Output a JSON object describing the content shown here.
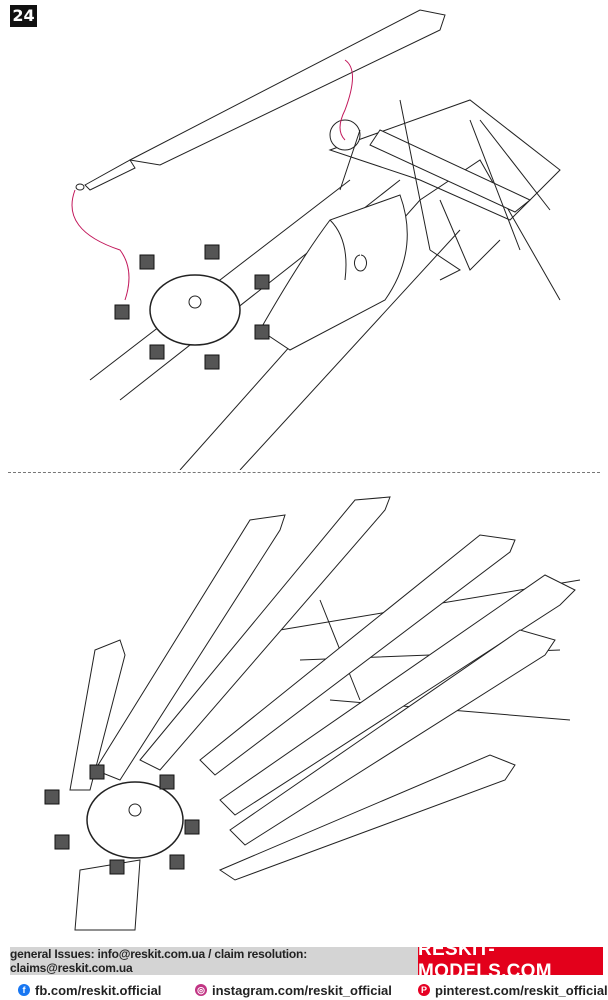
{
  "step_number": "24",
  "footer": {
    "contact": "general Issues: info@reskit.com.ua / claim resolution: claims@reskit.com.ua",
    "brand": "RESKIT-MODELS.COM",
    "social": [
      {
        "icon": "facebook-icon",
        "label": "fb.com/reskit.official",
        "color": "#1877f2"
      },
      {
        "icon": "instagram-icon",
        "label": "instagram.com/reskit_official",
        "color": "#c13584"
      },
      {
        "icon": "pinterest-icon",
        "label": "pinterest.com/reskit_official",
        "color": "#e60023"
      }
    ]
  }
}
